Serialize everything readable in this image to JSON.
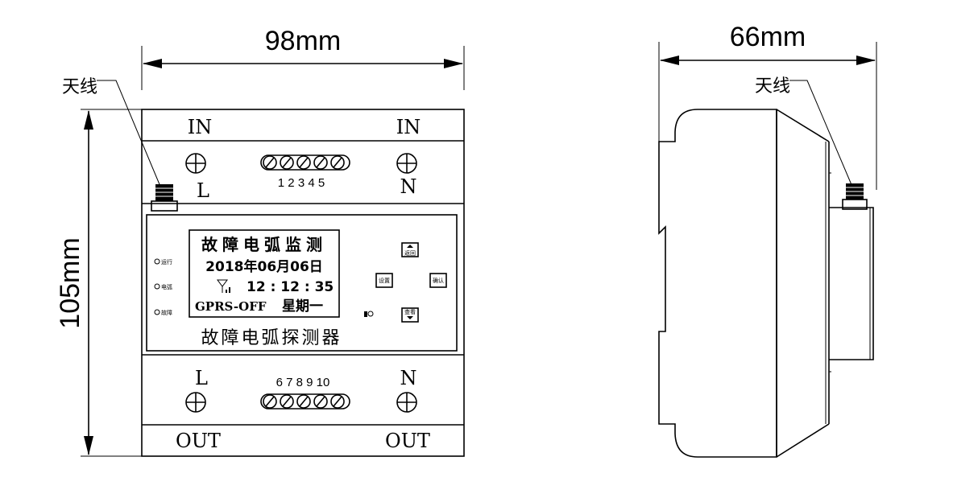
{
  "dimensions": {
    "width_front": "98mm",
    "height_front": "105mm",
    "depth_side": "66mm"
  },
  "antenna_label": "天线",
  "terminals": {
    "top_left": "IN",
    "top_right": "IN",
    "top_left_pole": "L",
    "top_right_pole": "N",
    "top_numbers": "1 2 3 4 5",
    "bottom_left": "OUT",
    "bottom_right": "OUT",
    "bottom_left_pole": "L",
    "bottom_right_pole": "N",
    "bottom_numbers": "6 7 8 9 10"
  },
  "lcd": {
    "title": "故障电弧监测",
    "date": "2018年06月06日",
    "time": "12 : 12 : 35",
    "status": "GPRS-OFF",
    "weekday": "星期一"
  },
  "indicators": {
    "run": "运行",
    "arc": "电弧",
    "fault": "故障"
  },
  "buttons": {
    "up": "返回",
    "left": "设置",
    "right": "确认",
    "down": "查看"
  },
  "device_label": "故障电弧探测器"
}
